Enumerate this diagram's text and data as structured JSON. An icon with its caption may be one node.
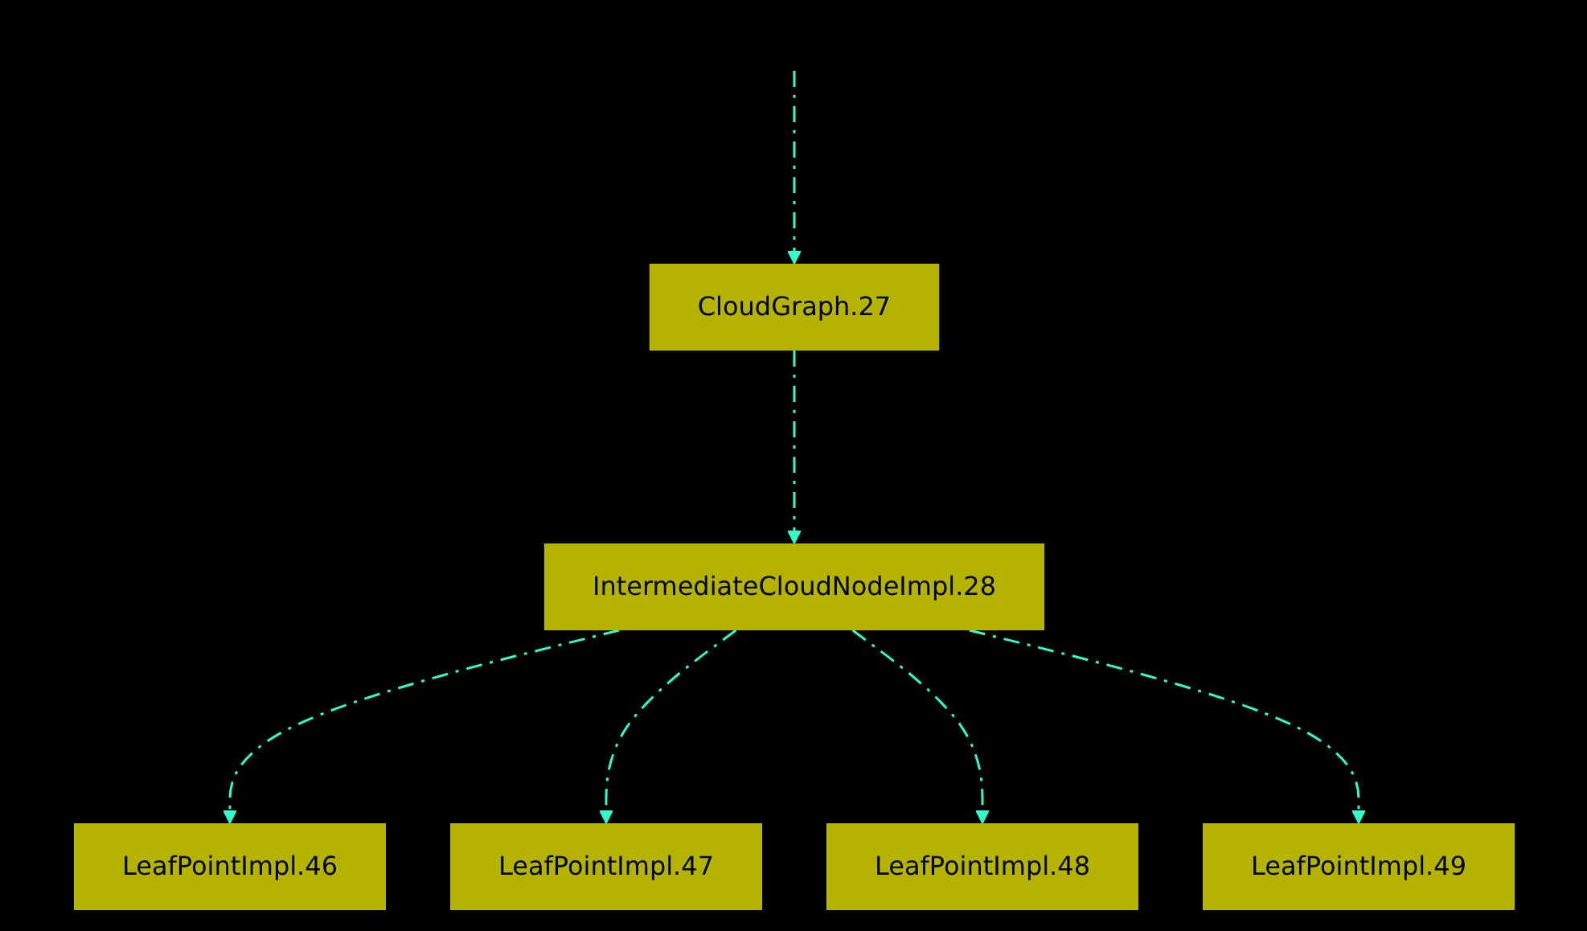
{
  "diagram": {
    "nodes": [
      {
        "text": [
          "CloudGraph.27"
        ]
      },
      {
        "text": [
          "IntermediateCloudNodeImpl.28"
        ]
      },
      {
        "text": [
          "LeafPointImpl.46"
        ]
      },
      {
        "text": [
          "LeafPointImpl.47"
        ]
      },
      {
        "text": [
          "LeafPointImpl.48"
        ]
      },
      {
        "text": [
          "LeafPointImpl.49"
        ]
      }
    ],
    "edges": [
      {
        "from": null,
        "to": 0,
        "arrow": "to",
        "style": "dashed"
      },
      {
        "from": 0,
        "to": 1,
        "arrow": "to",
        "style": "dashed"
      },
      {
        "from": 1,
        "to": 2,
        "arrow": "to",
        "style": "dashed"
      },
      {
        "from": 1,
        "to": 3,
        "arrow": "to",
        "style": "dashed"
      },
      {
        "from": 1,
        "to": 4,
        "arrow": "to",
        "style": "dashed"
      },
      {
        "from": 1,
        "to": 5,
        "arrow": "to",
        "style": "dashed"
      }
    ]
  }
}
